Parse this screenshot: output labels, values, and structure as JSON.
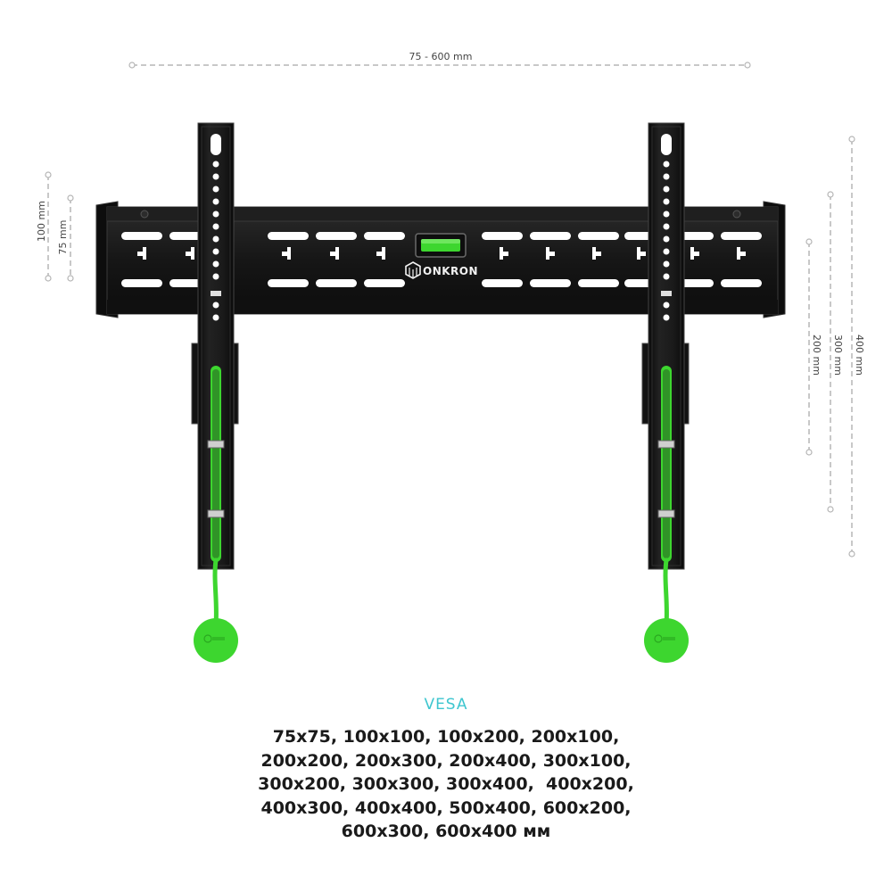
{
  "dimensions": {
    "horizontal": "75 - 600 mm",
    "left_outer": "100 mm",
    "left_inner": "75 mm",
    "right_small": "200 mm",
    "right_mid": "300 mm",
    "right_large": "400 mm"
  },
  "brand": {
    "logo_text": "ONKRON"
  },
  "colors": {
    "accent_green": "#3dd62f",
    "vesa_title": "#3ec6cf",
    "metal": "#141414",
    "dim_line": "#b5b5b5"
  },
  "vesa": {
    "title": "VESA",
    "lines": [
      "75x75, 100x100, 100x200, 200x100,",
      "200x200, 200x300, 200x400, 300x100,",
      "300x200, 300x300, 300x400,  400x200,",
      "400x300, 400x400, 500x400, 600x200,",
      "600x300, 600x400 мм"
    ]
  }
}
